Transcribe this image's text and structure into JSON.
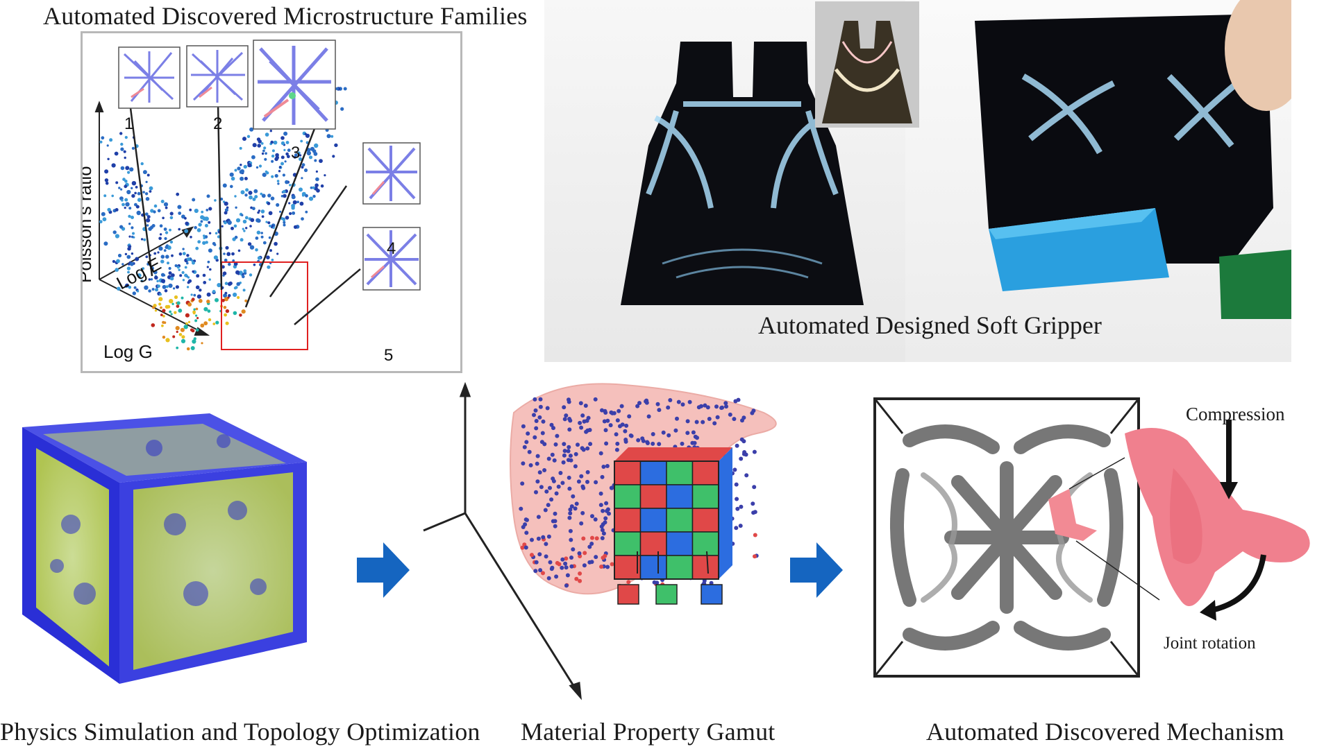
{
  "panels": {
    "microstructure": {
      "title": "Automated Discovered Microstructure Families",
      "axis_y": "Poisson’s ratio",
      "axis_e": "Log E",
      "axis_g": "Log G",
      "insets": [
        "1",
        "2",
        "3",
        "4",
        "5"
      ]
    },
    "gripper": {
      "caption": "Automated Designed Soft Gripper"
    },
    "simulation": {
      "caption": "Physics Simulation and Topology Optimization"
    },
    "gamut": {
      "caption": "Material Property Gamut"
    },
    "mechanism": {
      "caption": "Automated Discovered Mechanism",
      "label_compression": "Compression",
      "label_rotation": "Joint rotation"
    }
  },
  "colors": {
    "arrow_blue": "#1565c0",
    "lattice_purple": "#7b7fe6",
    "highlight_pink": "#ef8a96",
    "cube_blue": "#2a2fd6",
    "cube_yellow": "#d9f05a",
    "selection_red": "#e02020"
  }
}
